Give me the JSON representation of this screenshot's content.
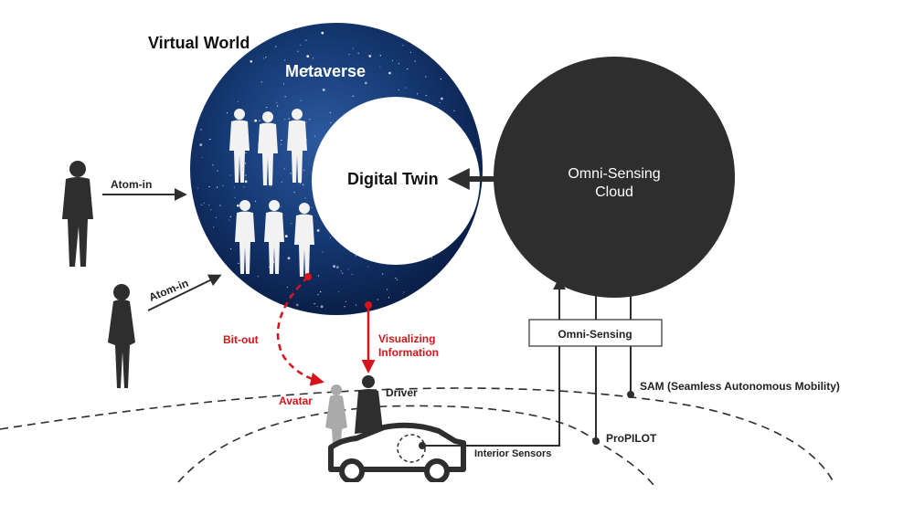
{
  "labels": {
    "virtual_world": "Virtual World",
    "metaverse": "Metaverse",
    "digital_twin": "Digital Twin",
    "cloud_line1": "Omni-Sensing",
    "cloud_line2": "Cloud",
    "atom_in_1": "Atom-in",
    "atom_in_2": "Atom-in",
    "bit_out": "Bit-out",
    "visualizing_line1": "Visualizing",
    "visualizing_line2": "Information",
    "avatar": "Avatar",
    "driver": "Driver",
    "omni_sensing_box": "Omni-Sensing",
    "sam": "SAM (Seamless Autonomous Mobility)",
    "propilot": "ProPILOT",
    "interior_sensors": "Interior Sensors"
  },
  "colors": {
    "accent_red": "#d7141a",
    "dark": "#2e2e2e",
    "space_blue": "#0f2a5c"
  }
}
